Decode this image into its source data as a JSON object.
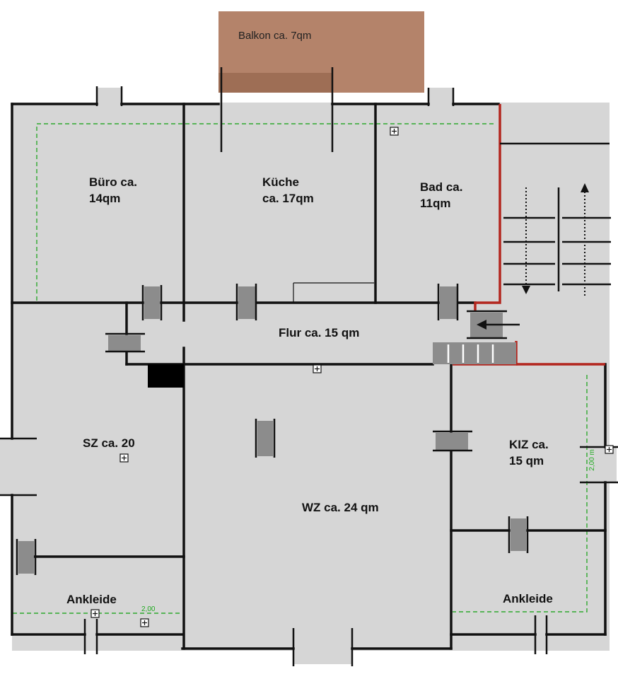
{
  "balcony": {
    "label": "Balkon ca. 7qm"
  },
  "rooms": {
    "buero": {
      "line1": "Büro ca.",
      "line2": "14qm"
    },
    "kueche": {
      "line1": "Küche",
      "line2": "ca. 17qm"
    },
    "bad": {
      "line1": "Bad ca.",
      "line2": "11qm"
    },
    "flur": {
      "line1": "Flur ca. 15 qm"
    },
    "sz": {
      "line1": "SZ ca. 20"
    },
    "wz": {
      "line1": "WZ ca. 24 qm"
    },
    "kiz": {
      "line1": "KIZ ca.",
      "line2": "15 qm"
    },
    "ankleide_left": {
      "line1": "Ankleide"
    },
    "ankleide_right": {
      "line1": "Ankleide"
    }
  },
  "dimensions": {
    "bottom_left": "2,00",
    "right_vertical": "2,00 m"
  },
  "colors": {
    "floor": "#d6d6d6",
    "wall": "#111111",
    "door": "#8c8c8c",
    "balcony": "#b07c62",
    "red_boundary": "#b3261e",
    "dashed_green": "#2ea82e"
  }
}
